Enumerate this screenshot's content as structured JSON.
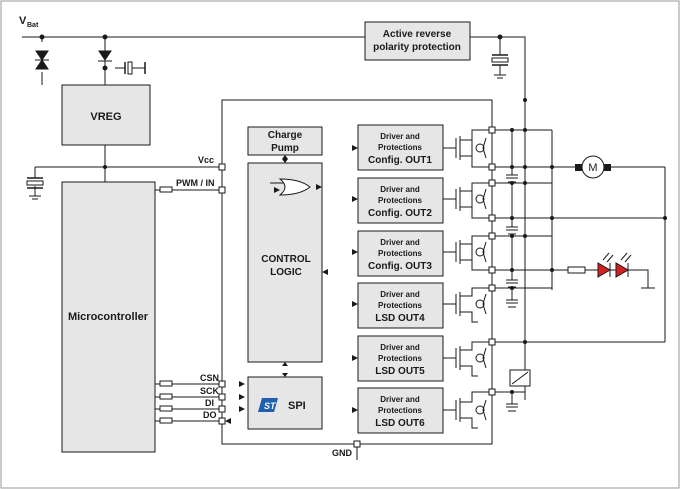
{
  "labels": {
    "vbat_main": "V",
    "vbat_sub": "Bat",
    "active_reverse_line1": "Active reverse",
    "active_reverse_line2": "polarity protection",
    "vreg": "VREG",
    "microcontroller": "Microcontroller",
    "charge_pump_line1": "Charge",
    "charge_pump_line2": "Pump",
    "control_logic_line1": "CONTROL",
    "control_logic_line2": "LOGIC",
    "spi": "SPI",
    "vcc": "Vcc",
    "pwm_in": "PWM / IN",
    "csn": "CSN",
    "sck": "SCK",
    "di": "DI",
    "do": "DO",
    "gnd": "GND",
    "motor": "M"
  },
  "drivers": [
    {
      "line1": "Driver and",
      "line2": "Protections",
      "line3": "Config. OUT1"
    },
    {
      "line1": "Driver and",
      "line2": "Protections",
      "line3": "Config. OUT2"
    },
    {
      "line1": "Driver and",
      "line2": "Protections",
      "line3": "Config. OUT3"
    },
    {
      "line1": "Driver and",
      "line2": "Protections",
      "line3": "LSD OUT4"
    },
    {
      "line1": "Driver and",
      "line2": "Protections",
      "line3": "LSD OUT5"
    },
    {
      "line1": "Driver and",
      "line2": "Protections",
      "line3": "LSD OUT6"
    }
  ],
  "colors": {
    "block_fill": "#e6e6e6",
    "line": "#1a1a1a",
    "led": "#d42020",
    "st_logo": "#1f5fb0"
  }
}
